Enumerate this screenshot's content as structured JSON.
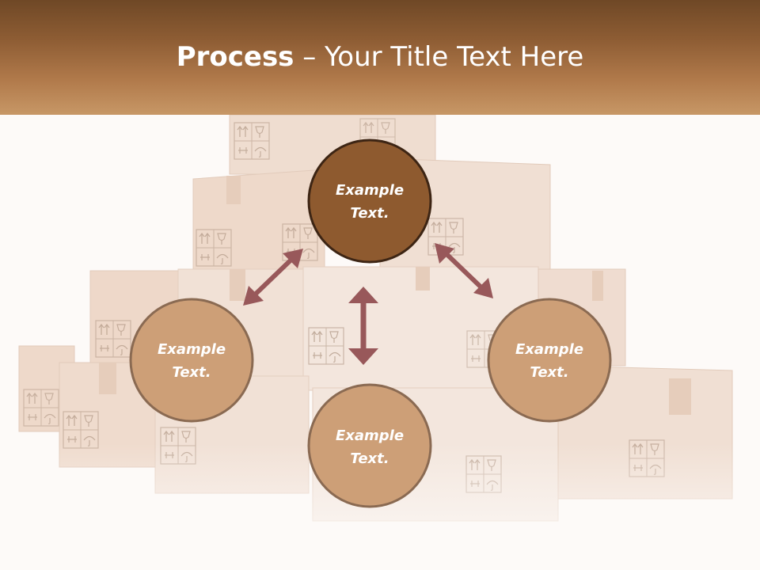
{
  "title": {
    "bold": "Process",
    "rest": " – Your Title Text Here"
  },
  "colors": {
    "header": "#8e5d34",
    "center_circle": "#8e5a2f",
    "outer_circle": "#cd9f77",
    "arrow": "#98585a"
  },
  "circles": [
    {
      "id": "top",
      "line1": "Example",
      "line2": "Text."
    },
    {
      "id": "left",
      "line1": "Example",
      "line2": "Text."
    },
    {
      "id": "right",
      "line1": "Example",
      "line2": "Text."
    },
    {
      "id": "bottom",
      "line1": "Example",
      "line2": "Text."
    }
  ]
}
